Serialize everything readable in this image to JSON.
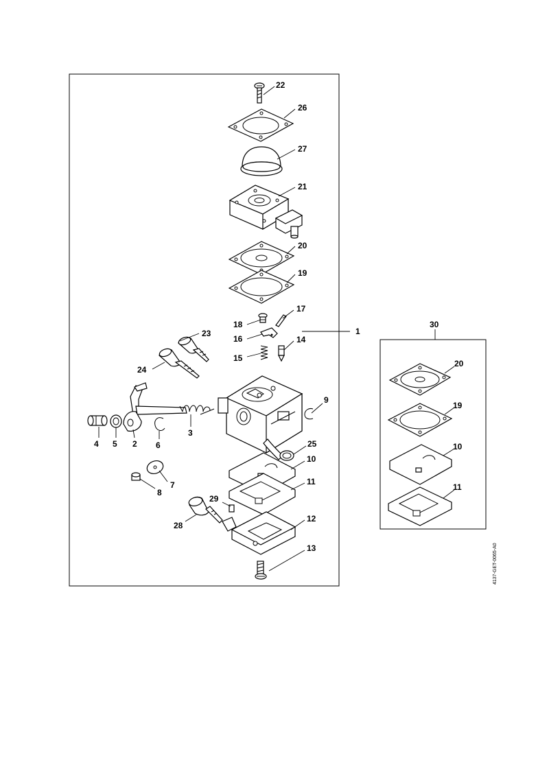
{
  "diagram": {
    "labels": {
      "p1": "1",
      "p2": "2",
      "p3": "3",
      "p4": "4",
      "p5": "5",
      "p6": "6",
      "p7": "7",
      "p8": "8",
      "p9": "9",
      "p10": "10",
      "p11": "11",
      "p12": "12",
      "p13": "13",
      "p14": "14",
      "p15": "15",
      "p16": "16",
      "p17": "17",
      "p18": "18",
      "p19": "19",
      "p20": "20",
      "p21": "21",
      "p22": "22",
      "p23": "23",
      "p24": "24",
      "p25": "25",
      "p26": "26",
      "p27": "27",
      "p28": "28",
      "p29": "29",
      "p30": "30",
      "k20": "20",
      "k19": "19",
      "k10": "10",
      "k11": "11"
    },
    "document_id": "4137-GET-0065-A0"
  }
}
